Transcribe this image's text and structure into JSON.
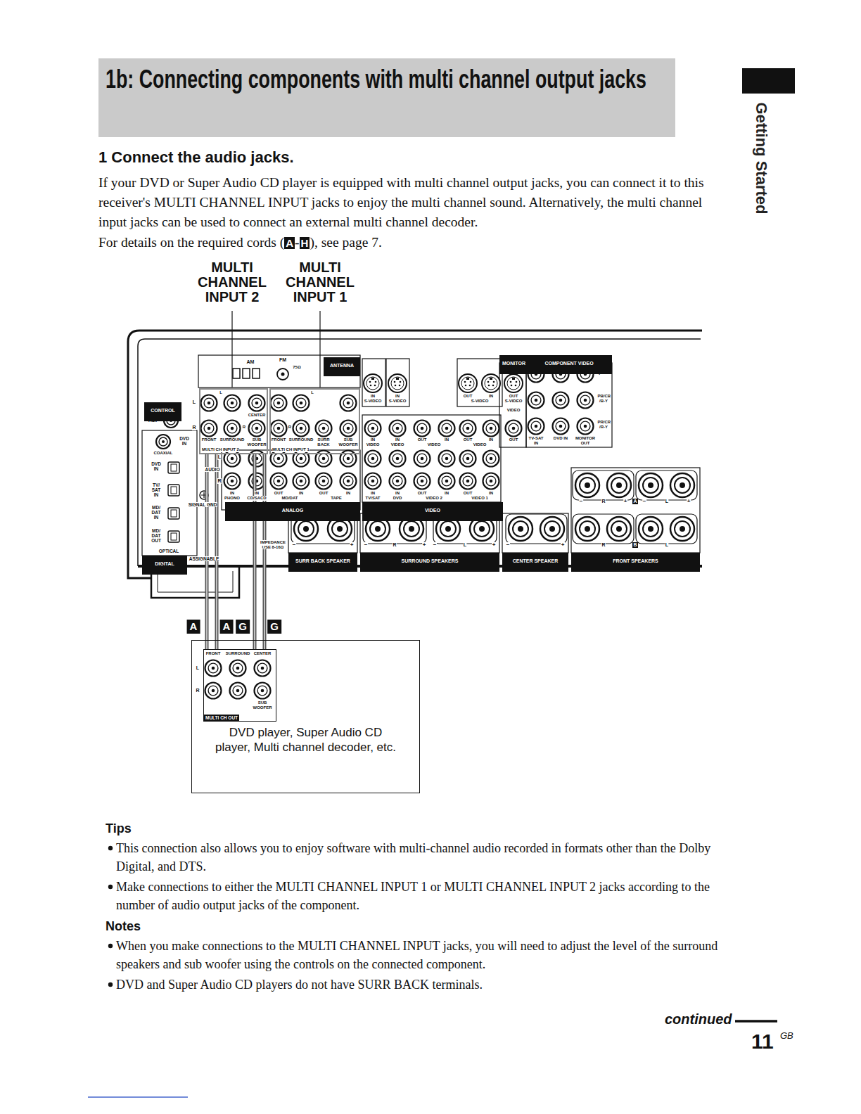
{
  "diagram": {
    "title": "1b: Connecting components with multi channel output jacks",
    "nodes": [
      {
        "text": [
          "ANTENNA"
        ]
      },
      {
        "text": [
          "MONITOR"
        ]
      },
      {
        "text": [
          "COMPONENT VIDEO"
        ]
      },
      {
        "text": [
          "MULTI CH INPUT 2"
        ]
      },
      {
        "text": [
          "MULTI CH INPUT 1"
        ]
      },
      {
        "text": [
          "CONTROL"
        ]
      },
      {
        "text": [
          "ANALOG"
        ]
      },
      {
        "text": [
          "VIDEO"
        ]
      },
      {
        "text": [
          "SURR BACK SPEAKER"
        ]
      },
      {
        "text": [
          "SURROUND SPEAKERS"
        ]
      },
      {
        "text": [
          "CENTER SPEAKER"
        ]
      },
      {
        "text": [
          "FRONT SPEAKERS"
        ]
      },
      {
        "text": [
          "DIGITAL"
        ]
      },
      {
        "text": [
          "DVD player, Super Audio CD player, Multi channel decoder, etc."
        ]
      },
      {
        "text": [
          "MULTI CH OUT"
        ],
        "in": 13
      }
    ],
    "edges": [
      {
        "from": 14,
        "to": 3,
        "label": "A",
        "arrow": "none"
      },
      {
        "from": 14,
        "to": 3,
        "label": "A",
        "arrow": "none"
      },
      {
        "from": 14,
        "to": 3,
        "label": "G",
        "arrow": "none"
      },
      {
        "from": 14,
        "to": 3,
        "label": "G",
        "arrow": "none"
      }
    ],
    "labels": [
      "1 Connect the audio jacks.",
      "If your DVD or Super Audio CD player is equipped with multi channel output jacks, you can connect it to this receiver's MULTI CHANNEL INPUT jacks to enjoy the multi channel sound. Alternatively, the multi channel input jacks can be used to connect an external multi channel decoder.",
      "For details on the required cords (",
      "A",
      "-",
      "H",
      "), see page 7.",
      "Getting Started",
      "MULTI CHANNEL INPUT 2",
      "MULTI CHANNEL INPUT 1",
      "AM",
      "FM",
      "75Ω",
      "CTRL",
      "A1II",
      "DVD IN",
      "COAXIAL",
      "DVD IN",
      "TV/ SAT IN",
      "MD/ DAT IN",
      "MD/ DAT OUT",
      "OPTICAL",
      "ASSIGNABLE",
      "L",
      "R",
      "L",
      "CENTER",
      "R",
      "L",
      "R",
      "FRONT",
      "SURROUND",
      "SUB",
      "WOOFER",
      "FRONT",
      "SURROUND",
      "SURR",
      "BACK",
      "SUB",
      "WOOFER",
      "L",
      "AUDIO",
      "R",
      "SIGNAL GND",
      "IN",
      "PHONO",
      "IN",
      "CD/SACD",
      "OUT",
      "IN",
      "MD/DAT",
      "OUT",
      "IN",
      "TAPE",
      "IN",
      "TV/SAT",
      "IN",
      "DVD",
      "OUT",
      "IN",
      "VIDEO 2",
      "OUT",
      "IN",
      "VIDEO 1",
      "IN",
      "S-VIDEO",
      "IN",
      "S-VIDEO",
      "OUT",
      "IN",
      "S-VIDEO",
      "OUT",
      "S-VIDEO",
      "VIDEO",
      "IN",
      "VIDEO",
      "IN",
      "VIDEO",
      "OUT",
      "IN",
      "VIDEO",
      "OUT",
      "IN",
      "VIDEO",
      "OUT",
      "Y",
      "PB/CB /B-Y",
      "PR/CR /R-Y",
      "TV-SAT IN",
      "DVD IN",
      "MONITOR OUT",
      "IMPEDANCE USE 8-16Ω",
      "−",
      "+",
      "−",
      "R",
      "+",
      "−",
      "L",
      "+",
      "−",
      "+",
      "−",
      "R",
      "+",
      "A",
      "−",
      "L",
      "+",
      "R",
      "B",
      "L",
      "FRONT",
      "SURROUND",
      "CENTER",
      "L",
      "R",
      "SUB",
      "WOOFER",
      "Tips",
      "This connection also allows you to enjoy software with multi-channel audio recorded in formats other than the Dolby Digital, and DTS.",
      "Make connections to either the MULTI CHANNEL INPUT 1 or MULTI CHANNEL INPUT 2 jacks according to the number of audio output jacks of the component.",
      "Notes",
      "When you make connections to the MULTI CHANNEL INPUT jacks, you will need to adjust the level of the surround speakers and sub woofer using the controls on the connected component.",
      "DVD and Super Audio CD players do not have SURR BACK terminals.",
      "continued",
      "11",
      "GB"
    ]
  }
}
